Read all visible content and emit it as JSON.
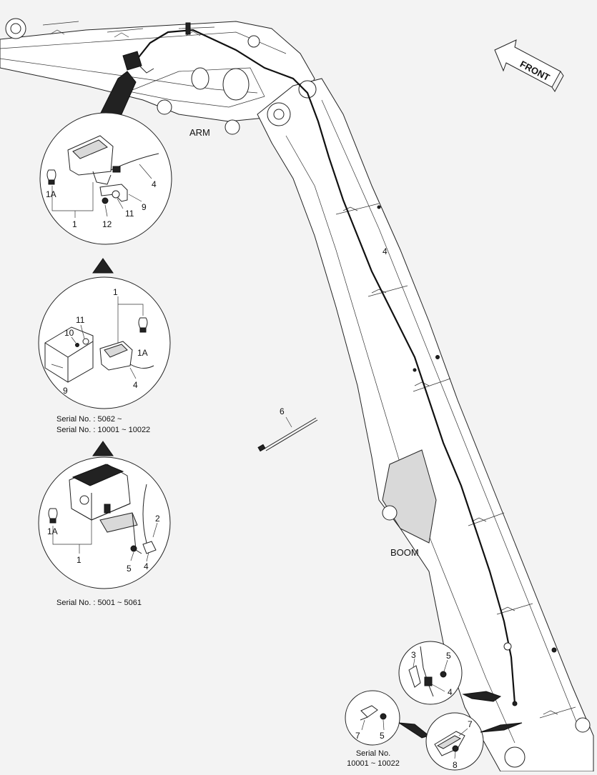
{
  "diagram": {
    "component_labels": {
      "arm": "ARM",
      "boom": "BOOM",
      "front": "FRONT"
    },
    "part_numbers": {
      "p1": "1",
      "p1a": "1A",
      "p2": "2",
      "p3": "3",
      "p4": "4",
      "p5": "5",
      "p6": "6",
      "p7": "7",
      "p8": "8",
      "p9": "9",
      "p10": "10",
      "p11": "11",
      "p12": "12"
    },
    "serial_notes": {
      "middle_line1": "Serial No.  : 5062 ~",
      "middle_line2": "Serial No.  : 10001 ~ 10022",
      "lower": "Serial No.  : 5001 ~ 5061",
      "clip_line1": "Serial No.",
      "clip_line2": "10001 ~ 10022"
    }
  }
}
